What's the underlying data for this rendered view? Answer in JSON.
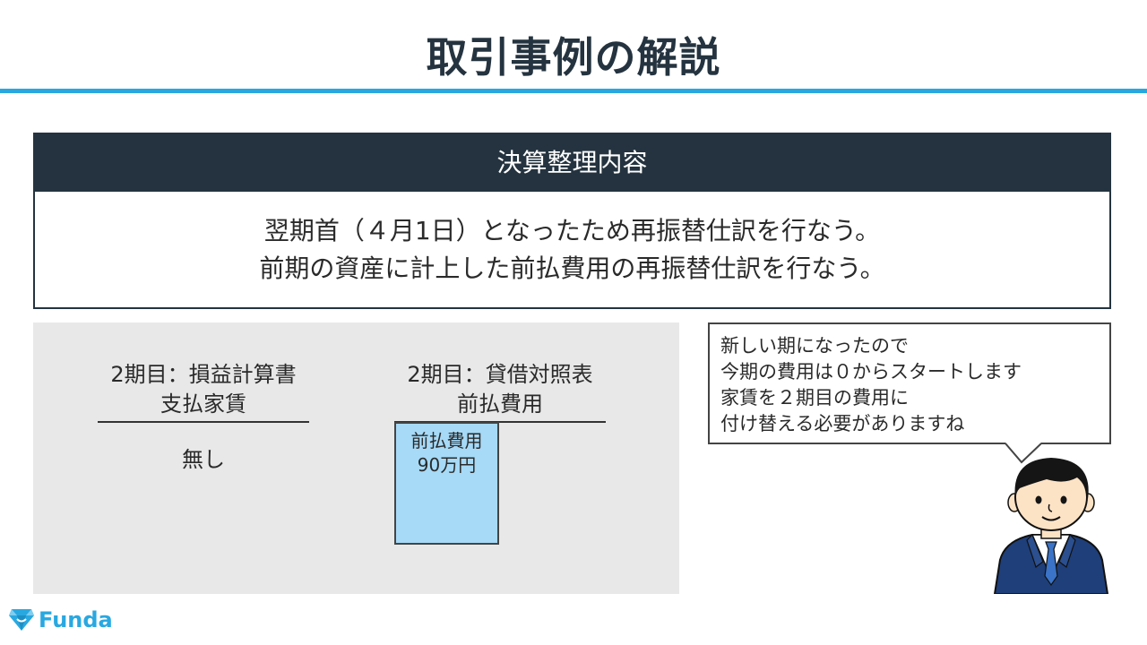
{
  "title": "取引事例の解説",
  "summary": {
    "header": "決算整理内容",
    "line1": "翌期首（４月1日）となったため再振替仕訳を行なう。",
    "line2": "前期の資産に計上した前払費用の再振替仕訳を行なう。"
  },
  "left_t": {
    "title": "2期目：損益計算書",
    "subtitle": "支払家賃",
    "value": "無し"
  },
  "right_t": {
    "title": "2期目：貸借対照表",
    "subtitle": "前払費用",
    "box_label": "前払費用",
    "box_amount": "90万円"
  },
  "speech": {
    "lines": [
      "新しい期になったので",
      "今期の費用は０からスタートします",
      "家賃を２期目の費用に",
      "付け替える必要がありますね"
    ]
  },
  "logo": {
    "text": "Funda",
    "icon": "diamond-icon"
  },
  "colors": {
    "accent": "#29a8e0",
    "dark": "#24333f",
    "panel": "#e8e8e8",
    "asset_fill": "#a6daf7",
    "suit": "#1f3f7a"
  }
}
